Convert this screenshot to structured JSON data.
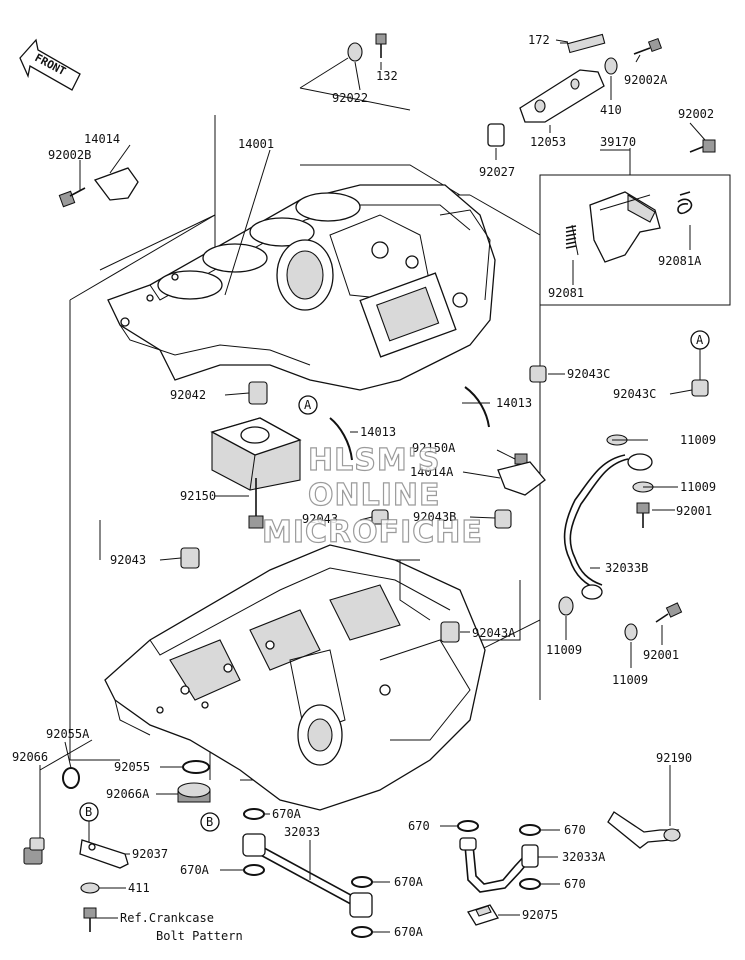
{
  "front_label": "FRONT",
  "markers": {
    "a": "A",
    "b": "B"
  },
  "watermark": {
    "line1": "HLSM'S",
    "line2": "ONLINE",
    "line3": "MICROFICHE"
  },
  "labels": {
    "p172": "172",
    "p132": "132",
    "p92022": "92022",
    "p92002A": "92002A",
    "p410": "410",
    "p92002": "92002",
    "p12053": "12053",
    "p39170": "39170",
    "p14014": "14014",
    "p14001": "14001",
    "p92002B": "92002B",
    "p92027": "92027",
    "p92081A": "92081A",
    "p92081": "92081",
    "p92043C": "92043C",
    "p92042": "92042",
    "p14013": "14013",
    "p11009": "11009",
    "p92150A": "92150A",
    "p14014A": "14014A",
    "p92150": "92150",
    "p92001": "92001",
    "p92043": "92043",
    "p92043B": "92043B",
    "p32033B": "32033B",
    "p92043A": "92043A",
    "p92055A": "92055A",
    "p92190": "92190",
    "p92066": "92066",
    "p92055": "92055",
    "p92066A": "92066A",
    "p670A": "670A",
    "p670": "670",
    "p32033": "32033",
    "p92037": "92037",
    "p32033A": "32033A",
    "p411": "411",
    "p92075": "92075",
    "ref_line1": "Ref.Crankcase",
    "ref_line2": "Bolt Pattern"
  }
}
